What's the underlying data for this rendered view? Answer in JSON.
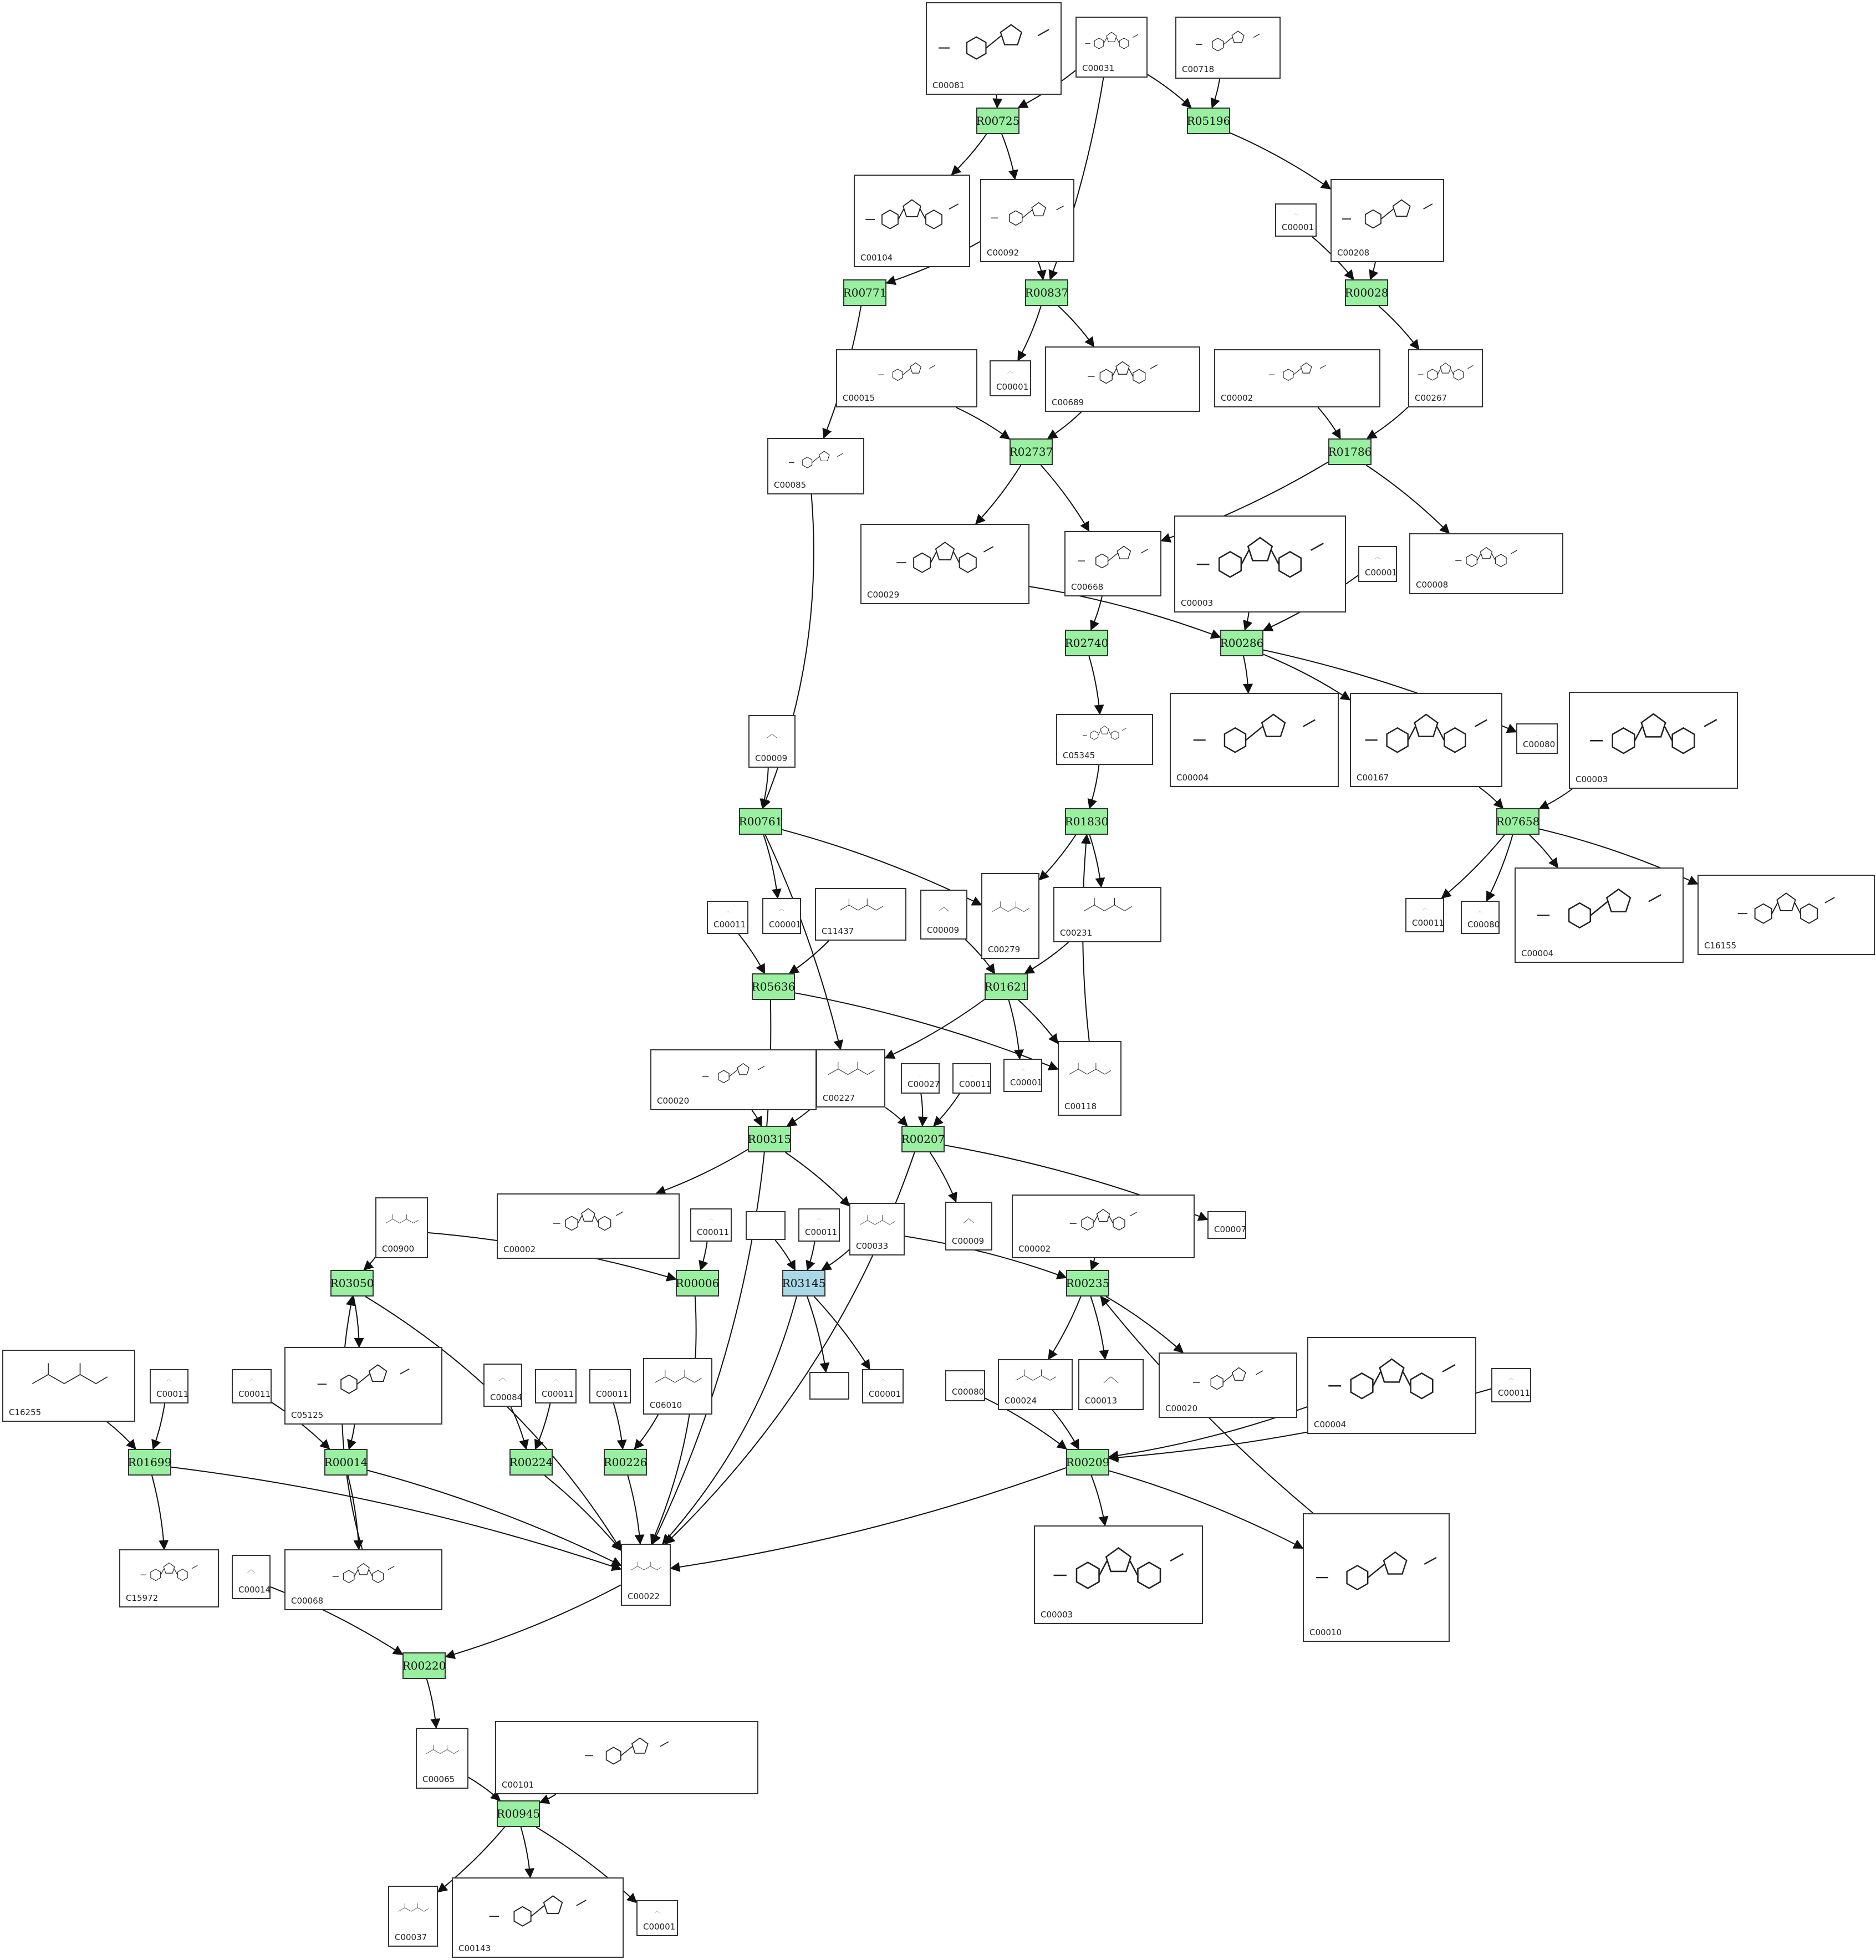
{
  "colors": {
    "reaction": "#99f0a0",
    "reaction_highlight": "#a8d8e6",
    "edge": "#111111",
    "box": "#333333"
  },
  "reactions": [
    {
      "id": "R00725",
      "style": "green"
    },
    {
      "id": "R05196",
      "style": "green"
    },
    {
      "id": "R00771",
      "style": "green"
    },
    {
      "id": "R00837",
      "style": "green"
    },
    {
      "id": "R00028",
      "style": "green"
    },
    {
      "id": "R02737",
      "style": "green"
    },
    {
      "id": "R01786",
      "style": "green"
    },
    {
      "id": "R02740",
      "style": "green"
    },
    {
      "id": "R00286",
      "style": "green"
    },
    {
      "id": "R00761",
      "style": "green"
    },
    {
      "id": "R01830",
      "style": "green"
    },
    {
      "id": "R07658",
      "style": "green"
    },
    {
      "id": "R05636",
      "style": "green"
    },
    {
      "id": "R01621",
      "style": "green"
    },
    {
      "id": "R00315",
      "style": "green"
    },
    {
      "id": "R00207",
      "style": "green"
    },
    {
      "id": "R03050",
      "style": "green"
    },
    {
      "id": "R00006",
      "style": "green"
    },
    {
      "id": "R03145",
      "style": "blue"
    },
    {
      "id": "R00235",
      "style": "green"
    },
    {
      "id": "R01699",
      "style": "green"
    },
    {
      "id": "R00014",
      "style": "green"
    },
    {
      "id": "R00224",
      "style": "green"
    },
    {
      "id": "R00226",
      "style": "green"
    },
    {
      "id": "R00209",
      "style": "green"
    },
    {
      "id": "R00220",
      "style": "green"
    },
    {
      "id": "R00945",
      "style": "green"
    }
  ],
  "compounds": [
    {
      "key": "c00081",
      "id": "C00081",
      "struct": "ring"
    },
    {
      "key": "c00031",
      "id": "C00031",
      "struct": "ring"
    },
    {
      "key": "c00718",
      "id": "C00718",
      "struct": "ring"
    },
    {
      "key": "c00104",
      "id": "C00104",
      "struct": "ring"
    },
    {
      "key": "c00092",
      "id": "C00092",
      "struct": "ring"
    },
    {
      "key": "c00001_a",
      "id": "C00001",
      "struct": "small"
    },
    {
      "key": "c00208",
      "id": "C00208",
      "struct": "ring"
    },
    {
      "key": "c00001_b",
      "id": "C00001",
      "struct": "small"
    },
    {
      "key": "c00015",
      "id": "C00015",
      "struct": "ring"
    },
    {
      "key": "c00689",
      "id": "C00689",
      "struct": "ring"
    },
    {
      "key": "c00002_a",
      "id": "C00002",
      "struct": "ring"
    },
    {
      "key": "c00267",
      "id": "C00267",
      "struct": "ring"
    },
    {
      "key": "c00085",
      "id": "C00085",
      "struct": "ring"
    },
    {
      "key": "c00029",
      "id": "C00029",
      "struct": "ring"
    },
    {
      "key": "c00668",
      "id": "C00668",
      "struct": "ring"
    },
    {
      "key": "c00003_a",
      "id": "C00003",
      "struct": "ring"
    },
    {
      "key": "c00001_c",
      "id": "C00001",
      "struct": "small"
    },
    {
      "key": "c00008",
      "id": "C00008",
      "struct": "ring"
    },
    {
      "key": "c00009_a",
      "id": "C00009",
      "struct": "small"
    },
    {
      "key": "c05345",
      "id": "C05345",
      "struct": "ring"
    },
    {
      "key": "c00004_a",
      "id": "C00004",
      "struct": "ring"
    },
    {
      "key": "c00167",
      "id": "C00167",
      "struct": "ring"
    },
    {
      "key": "c00080_a",
      "id": "C00080",
      "struct": "small"
    },
    {
      "key": "c00003_b",
      "id": "C00003",
      "struct": "ring"
    },
    {
      "key": "c00011_a",
      "id": "C00011",
      "struct": "small"
    },
    {
      "key": "c00001_d",
      "id": "C00001",
      "struct": "small"
    },
    {
      "key": "c11437",
      "id": "C11437",
      "struct": "chain"
    },
    {
      "key": "c00279",
      "id": "C00279",
      "struct": "chain"
    },
    {
      "key": "c00009_b",
      "id": "C00009",
      "struct": "small"
    },
    {
      "key": "c00231",
      "id": "C00231",
      "struct": "chain"
    },
    {
      "key": "c00011_b",
      "id": "C00011",
      "struct": "small"
    },
    {
      "key": "c00080_b",
      "id": "C00080",
      "struct": "small"
    },
    {
      "key": "c00004_b",
      "id": "C00004",
      "struct": "ring"
    },
    {
      "key": "c16155",
      "id": "C16155",
      "struct": "ring"
    },
    {
      "key": "c00020_a",
      "id": "C00020",
      "struct": "ring"
    },
    {
      "key": "c00227",
      "id": "C00227",
      "struct": "chain"
    },
    {
      "key": "c00027",
      "id": "C00027",
      "struct": "small"
    },
    {
      "key": "c00011_c",
      "id": "C00011",
      "struct": "small"
    },
    {
      "key": "c00001_e",
      "id": "C00001",
      "struct": "small"
    },
    {
      "key": "c00118",
      "id": "C00118",
      "struct": "chain"
    },
    {
      "key": "c00900",
      "id": "C00900",
      "struct": "chain"
    },
    {
      "key": "c00002_b",
      "id": "C00002",
      "struct": "ring"
    },
    {
      "key": "c00011_d",
      "id": "C00011",
      "struct": "small"
    },
    {
      "key": "blank_a",
      "id": "",
      "struct": "none"
    },
    {
      "key": "c00011_e",
      "id": "C00011",
      "struct": "small"
    },
    {
      "key": "c00033",
      "id": "C00033",
      "struct": "chain"
    },
    {
      "key": "c00009_c",
      "id": "C00009",
      "struct": "small"
    },
    {
      "key": "c00002_c",
      "id": "C00002",
      "struct": "ring"
    },
    {
      "key": "c00007",
      "id": "C00007",
      "struct": "small"
    },
    {
      "key": "c16255",
      "id": "C16255",
      "struct": "chain"
    },
    {
      "key": "c00011_f",
      "id": "C00011",
      "struct": "small"
    },
    {
      "key": "c00011_g",
      "id": "C00011",
      "struct": "small"
    },
    {
      "key": "c05125",
      "id": "C05125",
      "struct": "ring"
    },
    {
      "key": "c00084",
      "id": "C00084",
      "struct": "small"
    },
    {
      "key": "c00011_h",
      "id": "C00011",
      "struct": "small"
    },
    {
      "key": "c00011_i",
      "id": "C00011",
      "struct": "small"
    },
    {
      "key": "c06010",
      "id": "C06010",
      "struct": "chain"
    },
    {
      "key": "blank_b",
      "id": "",
      "struct": "none"
    },
    {
      "key": "c00001_f",
      "id": "C00001",
      "struct": "small"
    },
    {
      "key": "c00080_c",
      "id": "C00080",
      "struct": "small"
    },
    {
      "key": "c00024",
      "id": "C00024",
      "struct": "chain"
    },
    {
      "key": "c00013",
      "id": "C00013",
      "struct": "small"
    },
    {
      "key": "c00020_b",
      "id": "C00020",
      "struct": "ring"
    },
    {
      "key": "c00004_c",
      "id": "C00004",
      "struct": "ring"
    },
    {
      "key": "c00011_j",
      "id": "C00011",
      "struct": "small"
    },
    {
      "key": "c15972",
      "id": "C15972",
      "struct": "ring"
    },
    {
      "key": "c00014",
      "id": "C00014",
      "struct": "small"
    },
    {
      "key": "c00068",
      "id": "C00068",
      "struct": "ring"
    },
    {
      "key": "c00022",
      "id": "C00022",
      "struct": "chain"
    },
    {
      "key": "c00003_c",
      "id": "C00003",
      "struct": "ring"
    },
    {
      "key": "c00010",
      "id": "C00010",
      "struct": "ring"
    },
    {
      "key": "c00065",
      "id": "C00065",
      "struct": "chain"
    },
    {
      "key": "c00101",
      "id": "C00101",
      "struct": "ring"
    },
    {
      "key": "c00037",
      "id": "C00037",
      "struct": "chain"
    },
    {
      "key": "c00143",
      "id": "C00143",
      "struct": "ring"
    },
    {
      "key": "c00001_g",
      "id": "C00001",
      "struct": "small"
    }
  ],
  "edges": [
    [
      "c00081",
      "R00725"
    ],
    [
      "c00031",
      "R00725"
    ],
    [
      "R00725",
      "c00104"
    ],
    [
      "R00725",
      "c00092"
    ],
    [
      "c00031",
      "R00837"
    ],
    [
      "c00031",
      "R05196"
    ],
    [
      "c00718",
      "R05196"
    ],
    [
      "R05196",
      "c00208"
    ],
    [
      "c00092",
      "R00771"
    ],
    [
      "c00092",
      "R00837"
    ],
    [
      "R00837",
      "c00001_b"
    ],
    [
      "R00837",
      "c00689"
    ],
    [
      "c00001_a",
      "R00028"
    ],
    [
      "c00208",
      "R00028"
    ],
    [
      "R00028",
      "c00267"
    ],
    [
      "c00015",
      "R02737"
    ],
    [
      "c00689",
      "R02737"
    ],
    [
      "R02737",
      "c00029"
    ],
    [
      "R02737",
      "c00668"
    ],
    [
      "c00002_a",
      "R01786"
    ],
    [
      "c00267",
      "R01786"
    ],
    [
      "R01786",
      "c00668"
    ],
    [
      "R01786",
      "c00008"
    ],
    [
      "R00771",
      "c00085"
    ],
    [
      "c00668",
      "R02740"
    ],
    [
      "R02740",
      "c05345"
    ],
    [
      "c00029",
      "R00286"
    ],
    [
      "c00003_a",
      "R00286"
    ],
    [
      "c00001_c",
      "R00286"
    ],
    [
      "R00286",
      "c00004_a"
    ],
    [
      "R00286",
      "c00167"
    ],
    [
      "R00286",
      "c00080_a"
    ],
    [
      "c00167",
      "R07658"
    ],
    [
      "c00003_b",
      "R07658"
    ],
    [
      "R07658",
      "c00011_b"
    ],
    [
      "R07658",
      "c00080_b"
    ],
    [
      "R07658",
      "c00004_b"
    ],
    [
      "R07658",
      "c16155"
    ],
    [
      "c00085",
      "R00761"
    ],
    [
      "c00009_a",
      "R00761"
    ],
    [
      "R00761",
      "c00001_d"
    ],
    [
      "R00761",
      "c00279"
    ],
    [
      "R00761",
      "c00227"
    ],
    [
      "c05345",
      "R01830"
    ],
    [
      "R01830",
      "c00279"
    ],
    [
      "R01830",
      "c00231"
    ],
    [
      "c00118",
      "R01830"
    ],
    [
      "c00011_a",
      "R05636"
    ],
    [
      "c11437",
      "R05636"
    ],
    [
      "R05636",
      "c00118"
    ],
    [
      "R05636",
      "c00022"
    ],
    [
      "c00009_b",
      "R01621"
    ],
    [
      "c00231",
      "R01621"
    ],
    [
      "R01621",
      "c00227"
    ],
    [
      "R01621",
      "c00001_e"
    ],
    [
      "R01621",
      "c00118"
    ],
    [
      "c00227",
      "R00315"
    ],
    [
      "c00020_a",
      "R00315"
    ],
    [
      "c00227",
      "R00207"
    ],
    [
      "c00027",
      "R00207"
    ],
    [
      "c00011_c",
      "R00207"
    ],
    [
      "R00315",
      "c00002_b"
    ],
    [
      "R00315",
      "c00033"
    ],
    [
      "R00207",
      "c00009_c"
    ],
    [
      "R00207",
      "c00007"
    ],
    [
      "R00207",
      "c00022"
    ],
    [
      "c00900",
      "R03050"
    ],
    [
      "c00900",
      "R00006"
    ],
    [
      "c00011_d",
      "R00006"
    ],
    [
      "R00006",
      "c00022"
    ],
    [
      "blank_a",
      "R03145"
    ],
    [
      "c00011_e",
      "R03145"
    ],
    [
      "c00033",
      "R03145"
    ],
    [
      "R03145",
      "blank_b"
    ],
    [
      "R03145",
      "c00001_f"
    ],
    [
      "R03145",
      "c00022"
    ],
    [
      "c00033",
      "R00235"
    ],
    [
      "c00002_c",
      "R00235"
    ],
    [
      "R00235",
      "c00024"
    ],
    [
      "R00235",
      "c00013"
    ],
    [
      "R00235",
      "c00020_b"
    ],
    [
      "R03050",
      "c05125"
    ],
    [
      "R03050",
      "c00022"
    ],
    [
      "c16255",
      "R01699"
    ],
    [
      "c00011_f",
      "R01699"
    ],
    [
      "R01699",
      "c15972"
    ],
    [
      "R01699",
      "c00022"
    ],
    [
      "c00011_g",
      "R00014"
    ],
    [
      "c05125",
      "R00014"
    ],
    [
      "R00014",
      "c00068"
    ],
    [
      "R00014",
      "c00022"
    ],
    [
      "c00068",
      "R03050"
    ],
    [
      "c00084",
      "R00224"
    ],
    [
      "c00011_h",
      "R00224"
    ],
    [
      "R00224",
      "c00022"
    ],
    [
      "c00011_i",
      "R00226"
    ],
    [
      "c06010",
      "R00226"
    ],
    [
      "R00226",
      "c00022"
    ],
    [
      "c00080_c",
      "R00209"
    ],
    [
      "c00024",
      "R00209"
    ],
    [
      "c00004_c",
      "R00209"
    ],
    [
      "c00011_j",
      "R00209"
    ],
    [
      "R00209",
      "c00003_c"
    ],
    [
      "R00209",
      "c00010"
    ],
    [
      "R00209",
      "c00022"
    ],
    [
      "c00010",
      "R00235"
    ],
    [
      "c00022",
      "R00220"
    ],
    [
      "c00014",
      "R00220"
    ],
    [
      "R00220",
      "c00065"
    ],
    [
      "c00065",
      "R00945"
    ],
    [
      "c00101",
      "R00945"
    ],
    [
      "R00945",
      "c00037"
    ],
    [
      "R00945",
      "c00143"
    ],
    [
      "R00945",
      "c00001_g"
    ]
  ]
}
